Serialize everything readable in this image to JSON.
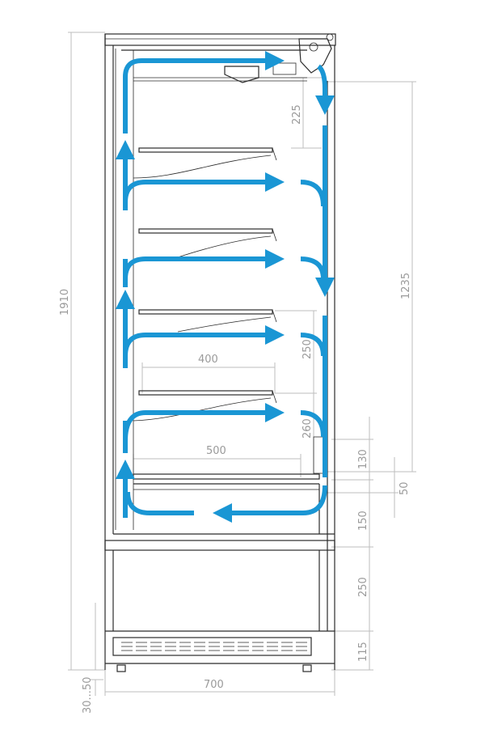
{
  "dimensions": {
    "total_height": "1910",
    "width": "700",
    "feet_height": "30...50",
    "top_shelf_gap": "225",
    "shelf_gap": "250",
    "bottom_shelf_gap": "260",
    "shelf_depth_upper": "400",
    "shelf_depth_lower": "500",
    "display_height": "1235",
    "h_130": "130",
    "h_50": "50",
    "h_150": "150",
    "h_250": "250",
    "h_115": "115"
  },
  "colors": {
    "airflow": "#1a96d4",
    "outline": "#2b2b2b",
    "dimension": "#bdbdbd"
  }
}
